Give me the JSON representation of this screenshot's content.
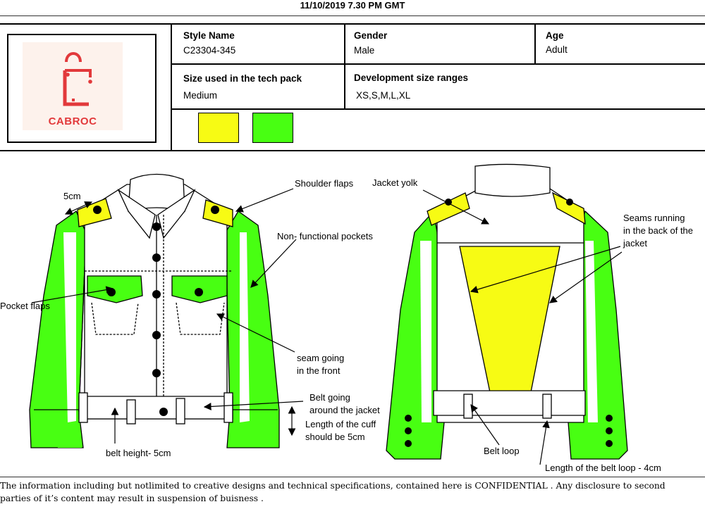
{
  "header": {
    "timestamp": "11/10/2019 7.30 PM GMT"
  },
  "brand": {
    "name": "CABROC",
    "color": "#e2393b"
  },
  "spec": {
    "style_name_label": "Style Name",
    "style_name_value": "C23304-345",
    "gender_label": "Gender",
    "gender_value": "Male",
    "age_label": "Age",
    "age_value": "Adult",
    "size_label": "Size used in the tech pack",
    "size_value": "Medium",
    "range_label": "Development size ranges",
    "range_value": "XS,S,M,L,XL"
  },
  "swatches": [
    "#f7fb14",
    "#48ff12"
  ],
  "annotations": {
    "cm5": "5cm",
    "shoulder_flaps": "Shoulder flaps",
    "jacket_yolk": "Jacket yolk",
    "seams_back_1": "Seams running",
    "seams_back_2": "in the back of the",
    "seams_back_3": "jacket",
    "non_functional": "Non- functional pockets",
    "pocket_flaps": "Pocket flaps",
    "seam_front_1": "seam going",
    "seam_front_2": "in the front",
    "belt_going_1": "Belt going",
    "belt_going_2": "around the jacket",
    "cuff_1": "Length of the cuff",
    "cuff_2": "should be 5cm",
    "belt_height": "belt height- 5cm",
    "belt_loop": "Belt loop",
    "belt_loop_length": "Length of the belt loop - 4cm"
  },
  "footer": {
    "line1": "The information including but notlimited to creative designs and technical specifications, contained here is CONFIDENTIAL . Any disclosure to second",
    "line2": "parties of it’s content may result in suspension of buisness ."
  }
}
